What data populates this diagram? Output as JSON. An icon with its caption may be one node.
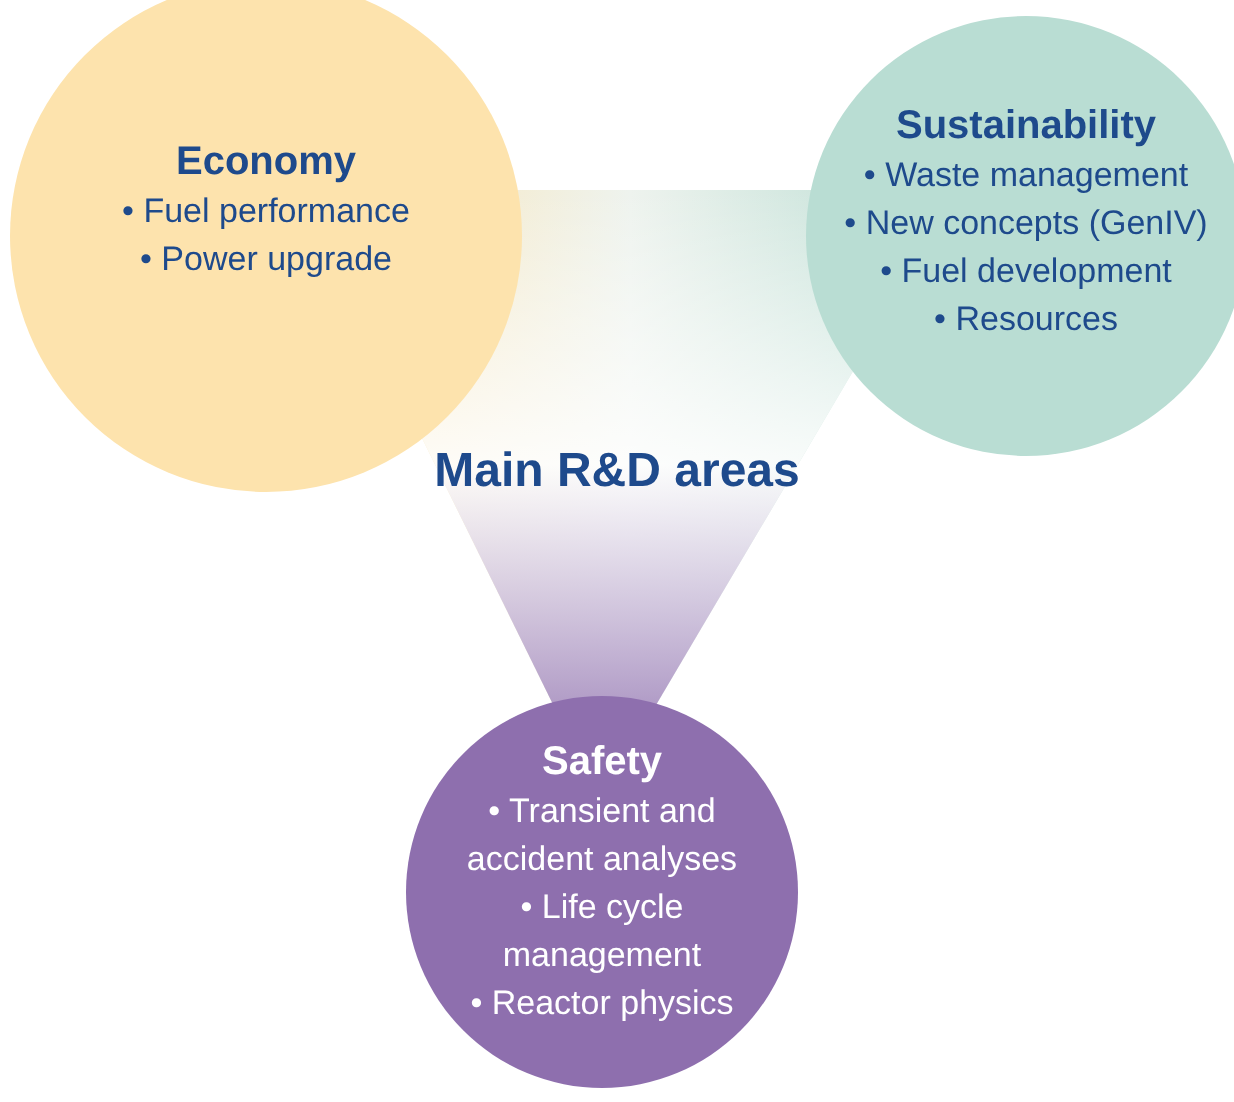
{
  "diagram": {
    "nodes": [
      {
        "text": [
          "Economy",
          "• Fuel performance",
          "• Power upgrade"
        ]
      },
      {
        "text": [
          "Sustainability",
          "• Waste management",
          "• New concepts (GenIV)",
          "• Fuel development",
          "• Resources"
        ]
      },
      {
        "text": [
          "Main R&D areas"
        ]
      },
      {
        "text": [
          "Safety",
          "• Transient and accident analyses",
          "• Life cycle management",
          "• Reactor physics"
        ]
      }
    ]
  }
}
